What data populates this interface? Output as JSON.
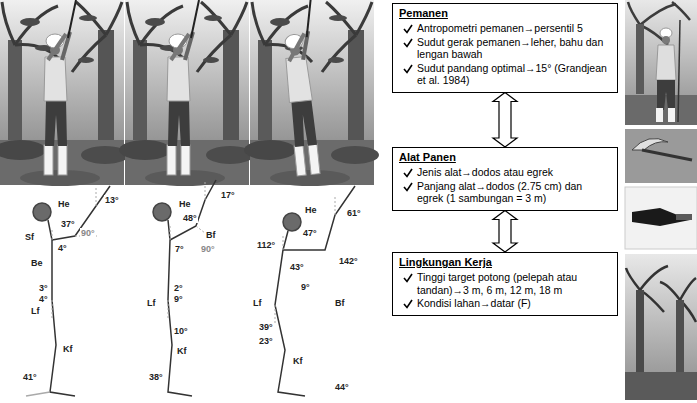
{
  "diagram": {
    "nodes": [
      {
        "text": [
          "Pemanen",
          "Antropometri pemanen→persentil 5",
          "Sudut gerak pemanen→leher, bahu dan lengan bawah",
          "Sudut pandang optimal→15° (Grandjean et al. 1984)"
        ]
      },
      {
        "text": [
          "Alat Panen",
          "Jenis alat→dodos atau egrek",
          "Panjang alat→dodos (2.75 cm) dan egrek (1 sambungan = 3 m)"
        ]
      },
      {
        "text": [
          "Lingkungan Kerja",
          "Tinggi target potong (pelepah atau tandan)→3 m, 6 m, 12 m, 18 m",
          "Kondisi lahan→datar (F)"
        ]
      }
    ],
    "edges": [
      {
        "from": 0,
        "to": 1,
        "arrow": "both"
      },
      {
        "from": 1,
        "to": 2,
        "arrow": "both"
      }
    ],
    "labels": [
      "He",
      "Sf",
      "Be",
      "Lf",
      "Kf",
      "13°",
      "37°",
      "90°",
      "4°",
      "3°",
      "4°",
      "41°",
      "He",
      "Bf",
      "17°",
      "48°",
      "7°",
      "Lf",
      "2°",
      "9°",
      "Kf",
      "10°",
      "38°",
      "90°",
      "He",
      "47°",
      "61°",
      "112°",
      "43°",
      "142°",
      "Lf",
      "Bf",
      "9°",
      "39°",
      "23°",
      "Kf",
      "44°"
    ]
  }
}
